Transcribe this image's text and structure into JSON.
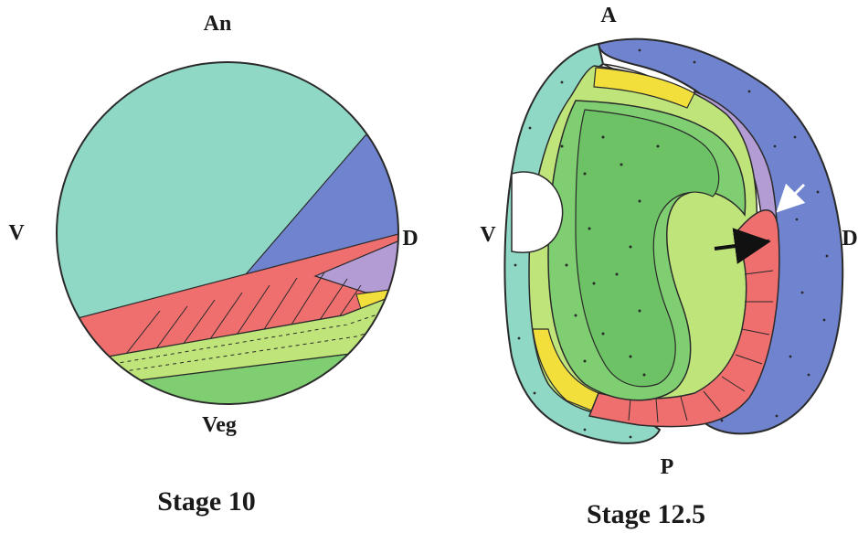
{
  "stage10": {
    "title": "Stage 10",
    "labels": {
      "animal": "An",
      "ventral": "V",
      "dorsal": "D",
      "vegetal": "Veg"
    }
  },
  "stage12": {
    "title": "Stage 12.5",
    "labels": {
      "anterior": "A",
      "ventral": "V",
      "dorsal": "D",
      "posterior": "P"
    }
  },
  "colors": {
    "teal": "#8fd8c6",
    "blue": "#6f83cf",
    "purple": "#b39bd3",
    "red": "#ef6f6f",
    "yellow": "#f2df3c",
    "light_green": "#bfe57a",
    "green": "#7fcf72",
    "white": "#ffffff",
    "outline": "#2a2a2a"
  },
  "arrows": {
    "black": "black-arrow",
    "white": "white-arrow"
  }
}
